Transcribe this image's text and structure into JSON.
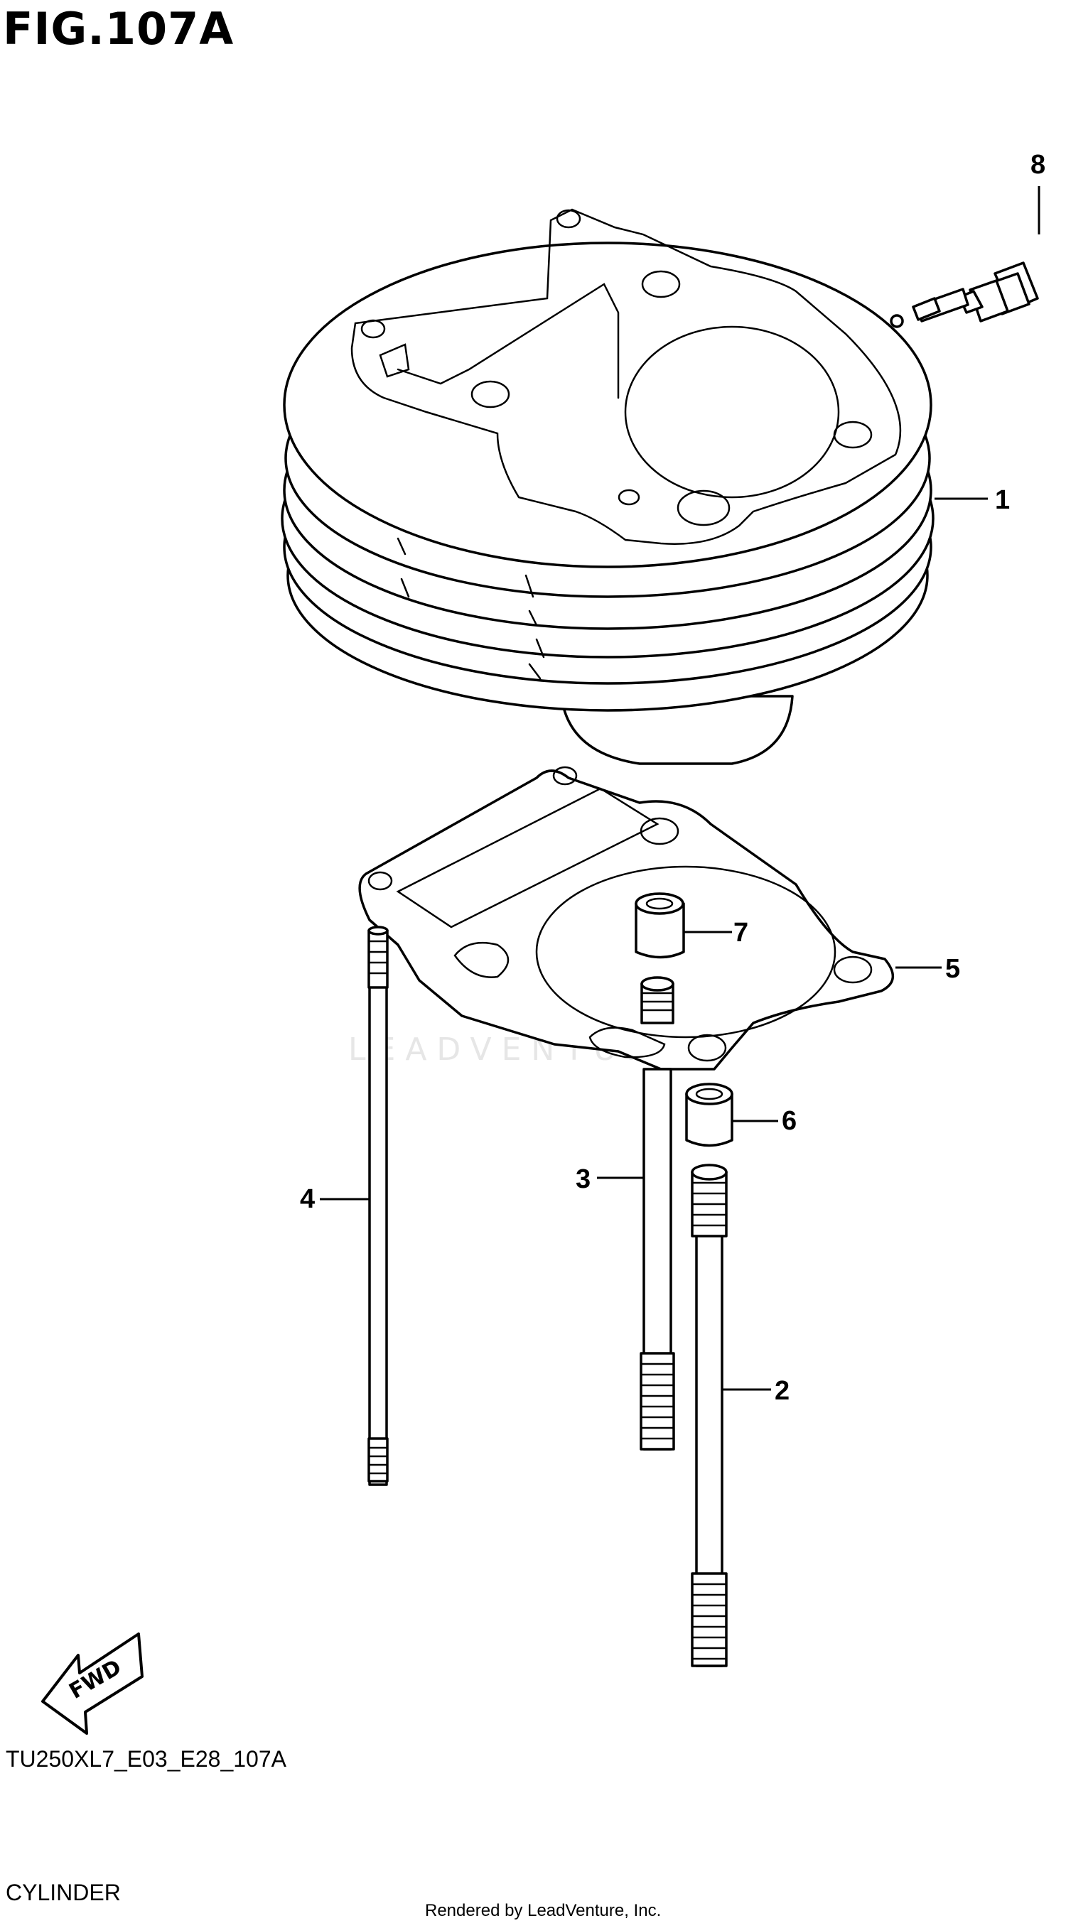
{
  "figure": {
    "title": "FIG.107A",
    "model_code": "TU250XL7_E03_E28_107A",
    "section_name": "CYLINDER",
    "credit": "Rendered by LeadVenture, Inc.",
    "watermark": "LEADVENTURE"
  },
  "direction_marker": {
    "label": "FWD",
    "icon": "fwd-arrow-icon"
  },
  "callouts": [
    {
      "number": "1",
      "part": "cylinder"
    },
    {
      "number": "2",
      "part": "stud-bolt"
    },
    {
      "number": "3",
      "part": "stud-bolt"
    },
    {
      "number": "4",
      "part": "stud-bolt"
    },
    {
      "number": "5",
      "part": "cylinder-base-gasket"
    },
    {
      "number": "6",
      "part": "dowel-pin"
    },
    {
      "number": "7",
      "part": "dowel-pin"
    },
    {
      "number": "8",
      "part": "temperature-sensor"
    }
  ],
  "colors": {
    "line": "#000000",
    "background": "#ffffff",
    "watermark": "#e6e6e6"
  }
}
